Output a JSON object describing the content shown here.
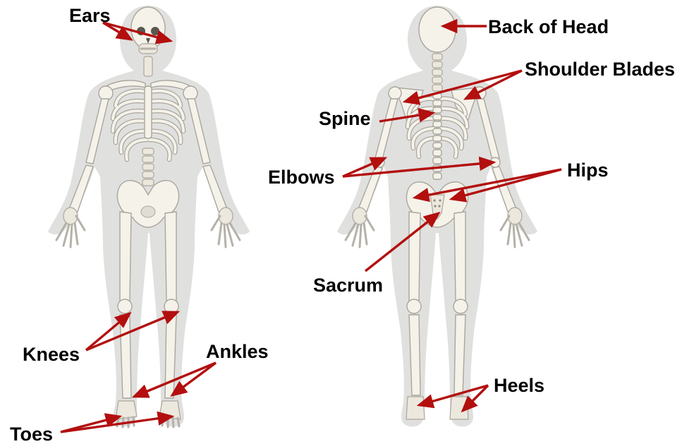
{
  "labels": {
    "ears": "Ears",
    "back_of_head": "Back of Head",
    "shoulder_blades": "Shoulder Blades",
    "spine": "Spine",
    "elbows": "Elbows",
    "hips": "Hips",
    "sacrum": "Sacrum",
    "knees": "Knees",
    "ankles": "Ankles",
    "heels": "Heels",
    "toes": "Toes"
  },
  "colors": {
    "arrow": "#b30f0f",
    "label_text": "#000000",
    "body_silhouette": "#e0e0df",
    "bone": "#f5f2ea",
    "bone_outline": "#a9a69d"
  },
  "figures": [
    "front-skeleton",
    "back-skeleton"
  ]
}
